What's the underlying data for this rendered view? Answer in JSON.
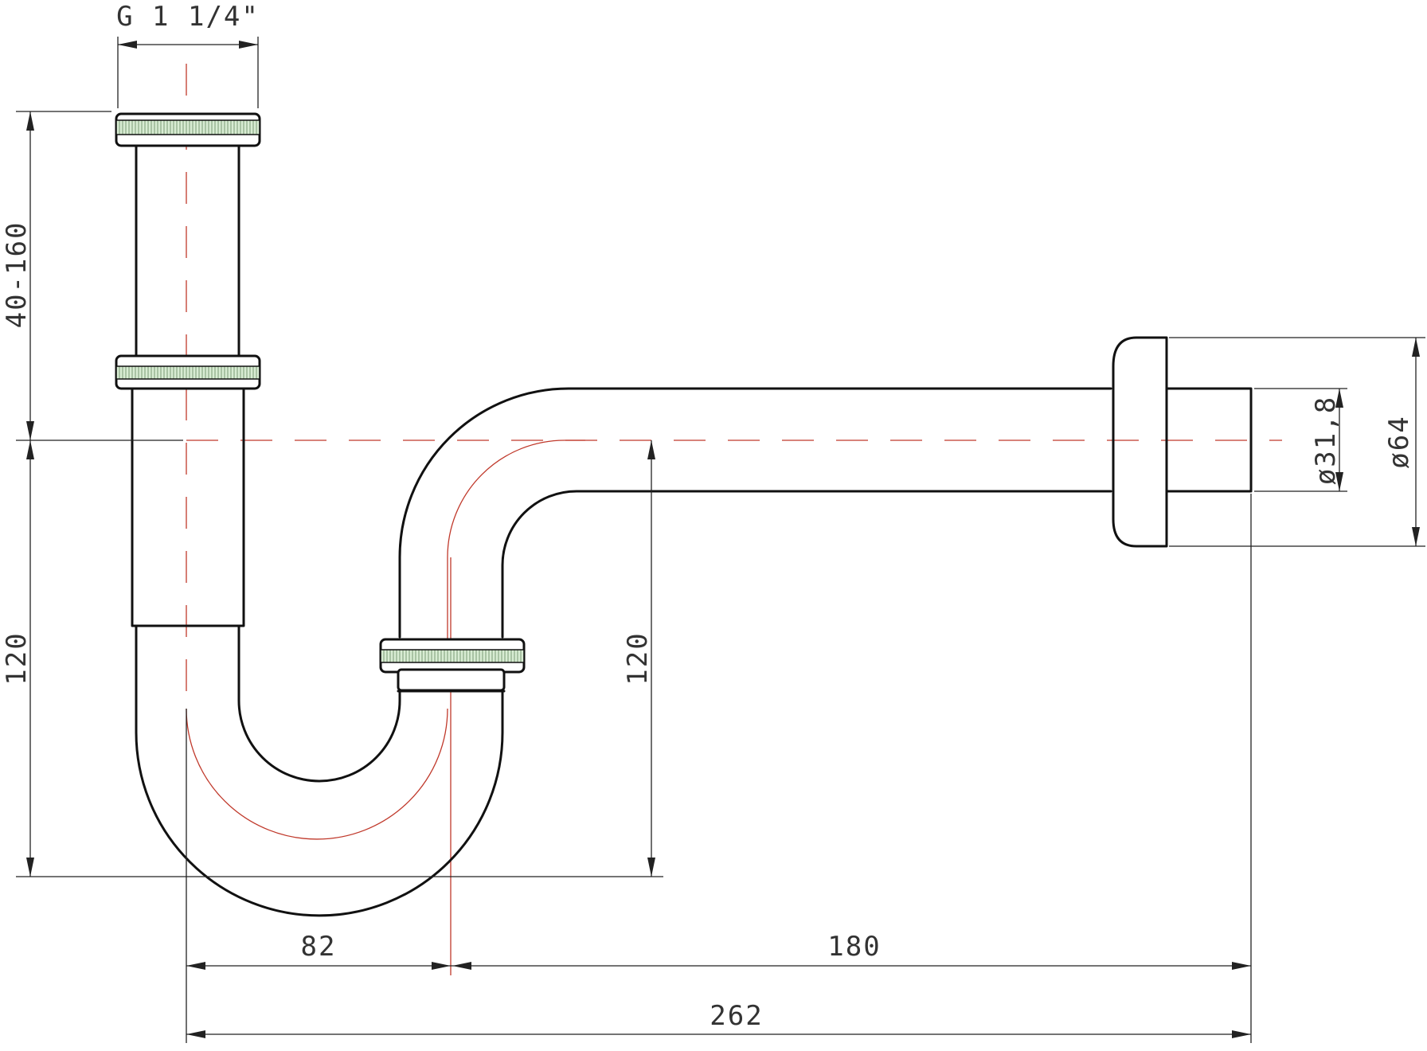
{
  "drawing": {
    "subject": "",
    "dimensions": {
      "thread": "G 1 1/4\"",
      "height_adjust": "40-160",
      "height_trap": "120",
      "height_outlet": "120",
      "offset_horizontal": "82",
      "outlet_length": "180",
      "total_length": "262",
      "outlet_diameter": "ø31,8",
      "rosette_diameter": "ø64"
    },
    "colors": {
      "outline": "#111111",
      "centerline": "#c0392b",
      "seal_band": "#d8ecd3",
      "dimension": "#222222"
    }
  }
}
